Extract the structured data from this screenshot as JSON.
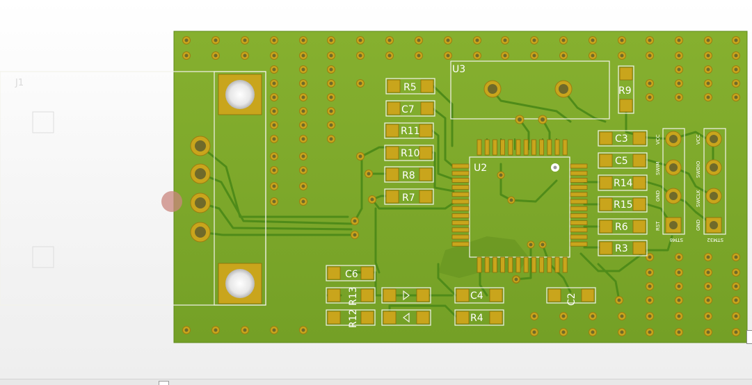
{
  "components": {
    "J1": "J1",
    "U2": "U2",
    "U3": "U3",
    "R3": "R3",
    "R4": "R4",
    "R5": "R5",
    "R6": "R6",
    "R7": "R7",
    "R8": "R8",
    "R9": "R9",
    "R10": "R10",
    "R11": "R11",
    "R12": "R12",
    "R13": "R13",
    "R14": "R14",
    "R15": "R15",
    "C2": "C2",
    "C3": "C3",
    "C4": "C4",
    "C5": "C5",
    "C6": "C6",
    "C7": "C7"
  },
  "header_left": {
    "name": "STM8",
    "pins": [
      "VCC",
      "SWIM",
      "GND",
      "RST"
    ]
  },
  "header_right": {
    "name": "STM32",
    "pins": [
      "VCC",
      "SWDIO",
      "SWCLK",
      "GND"
    ]
  },
  "colors": {
    "board": "#7da82a",
    "pad": "#c9a51c",
    "trace": "#4f8b19",
    "silkscreen": "#f2f2ea"
  }
}
